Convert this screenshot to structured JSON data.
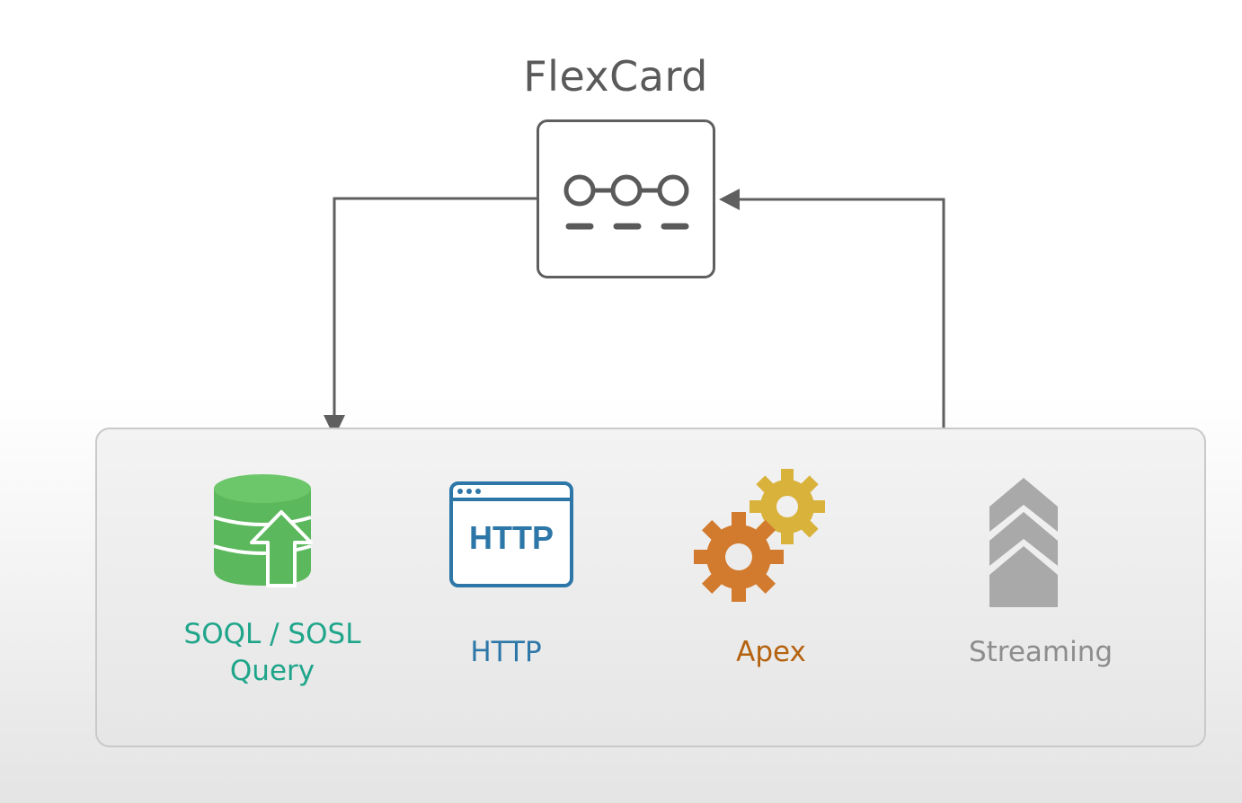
{
  "diagram": {
    "title": "FlexCard",
    "sources": [
      {
        "label_line1": "SOQL / SOSL",
        "label_line2": "Query",
        "icon": "database-upload-icon",
        "color": "#1fa58a"
      },
      {
        "label": "HTTP",
        "icon_text": "HTTP",
        "icon": "browser-window-icon",
        "color": "#2d77a8"
      },
      {
        "label": "Apex",
        "icon": "gears-icon",
        "color": "#b5620f"
      },
      {
        "label": "Streaming",
        "icon": "stacked-chevrons-up-icon",
        "color": "#8d8d8d"
      }
    ]
  },
  "colors": {
    "line": "#5f5f5f",
    "database": "#5cb85c",
    "http": "#2d77a8",
    "gear_large": "#d27a2e",
    "gear_small": "#d9b23c",
    "streaming": "#a9a9a9"
  }
}
